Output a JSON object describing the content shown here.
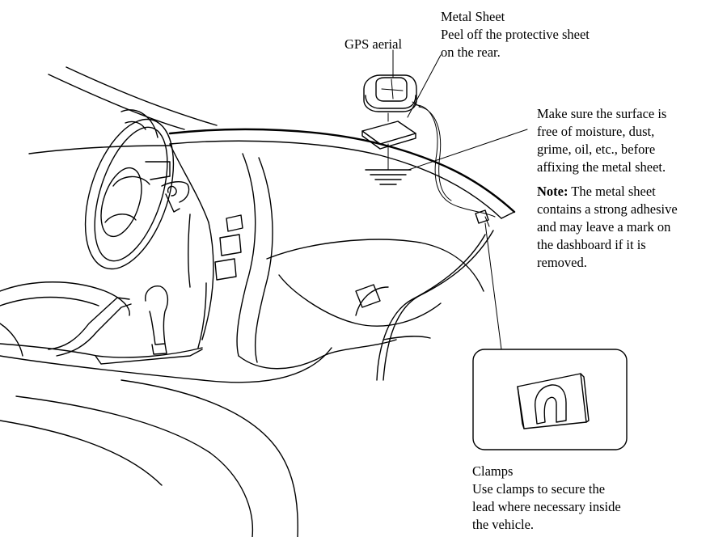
{
  "gps_aerial": {
    "label": "GPS aerial"
  },
  "metal_sheet": {
    "title": "Metal Sheet",
    "lines": [
      "Peel off the protective sheet",
      "on the rear."
    ]
  },
  "surface": {
    "lines": [
      "Make sure the surface is",
      "free of moisture, dust,",
      "grime, oil, etc., before",
      "affixing the metal sheet."
    ]
  },
  "note": {
    "heading": "Note:",
    "first_line": " The metal sheet",
    "lines": [
      "contains a strong adhesive",
      "and may leave a mark on",
      "the dashboard if it is",
      "removed."
    ]
  },
  "clamps": {
    "title": "Clamps",
    "lines": [
      "Use clamps to secure the",
      "lead where necessary inside",
      "the vehicle."
    ]
  }
}
